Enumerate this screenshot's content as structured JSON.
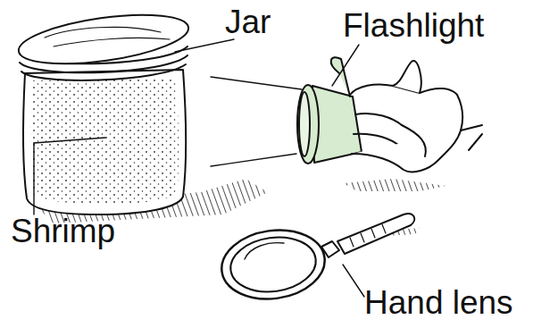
{
  "diagram": {
    "labels": [
      "Jar",
      "Flashlight",
      "Shrimp",
      "Hand lens"
    ]
  }
}
